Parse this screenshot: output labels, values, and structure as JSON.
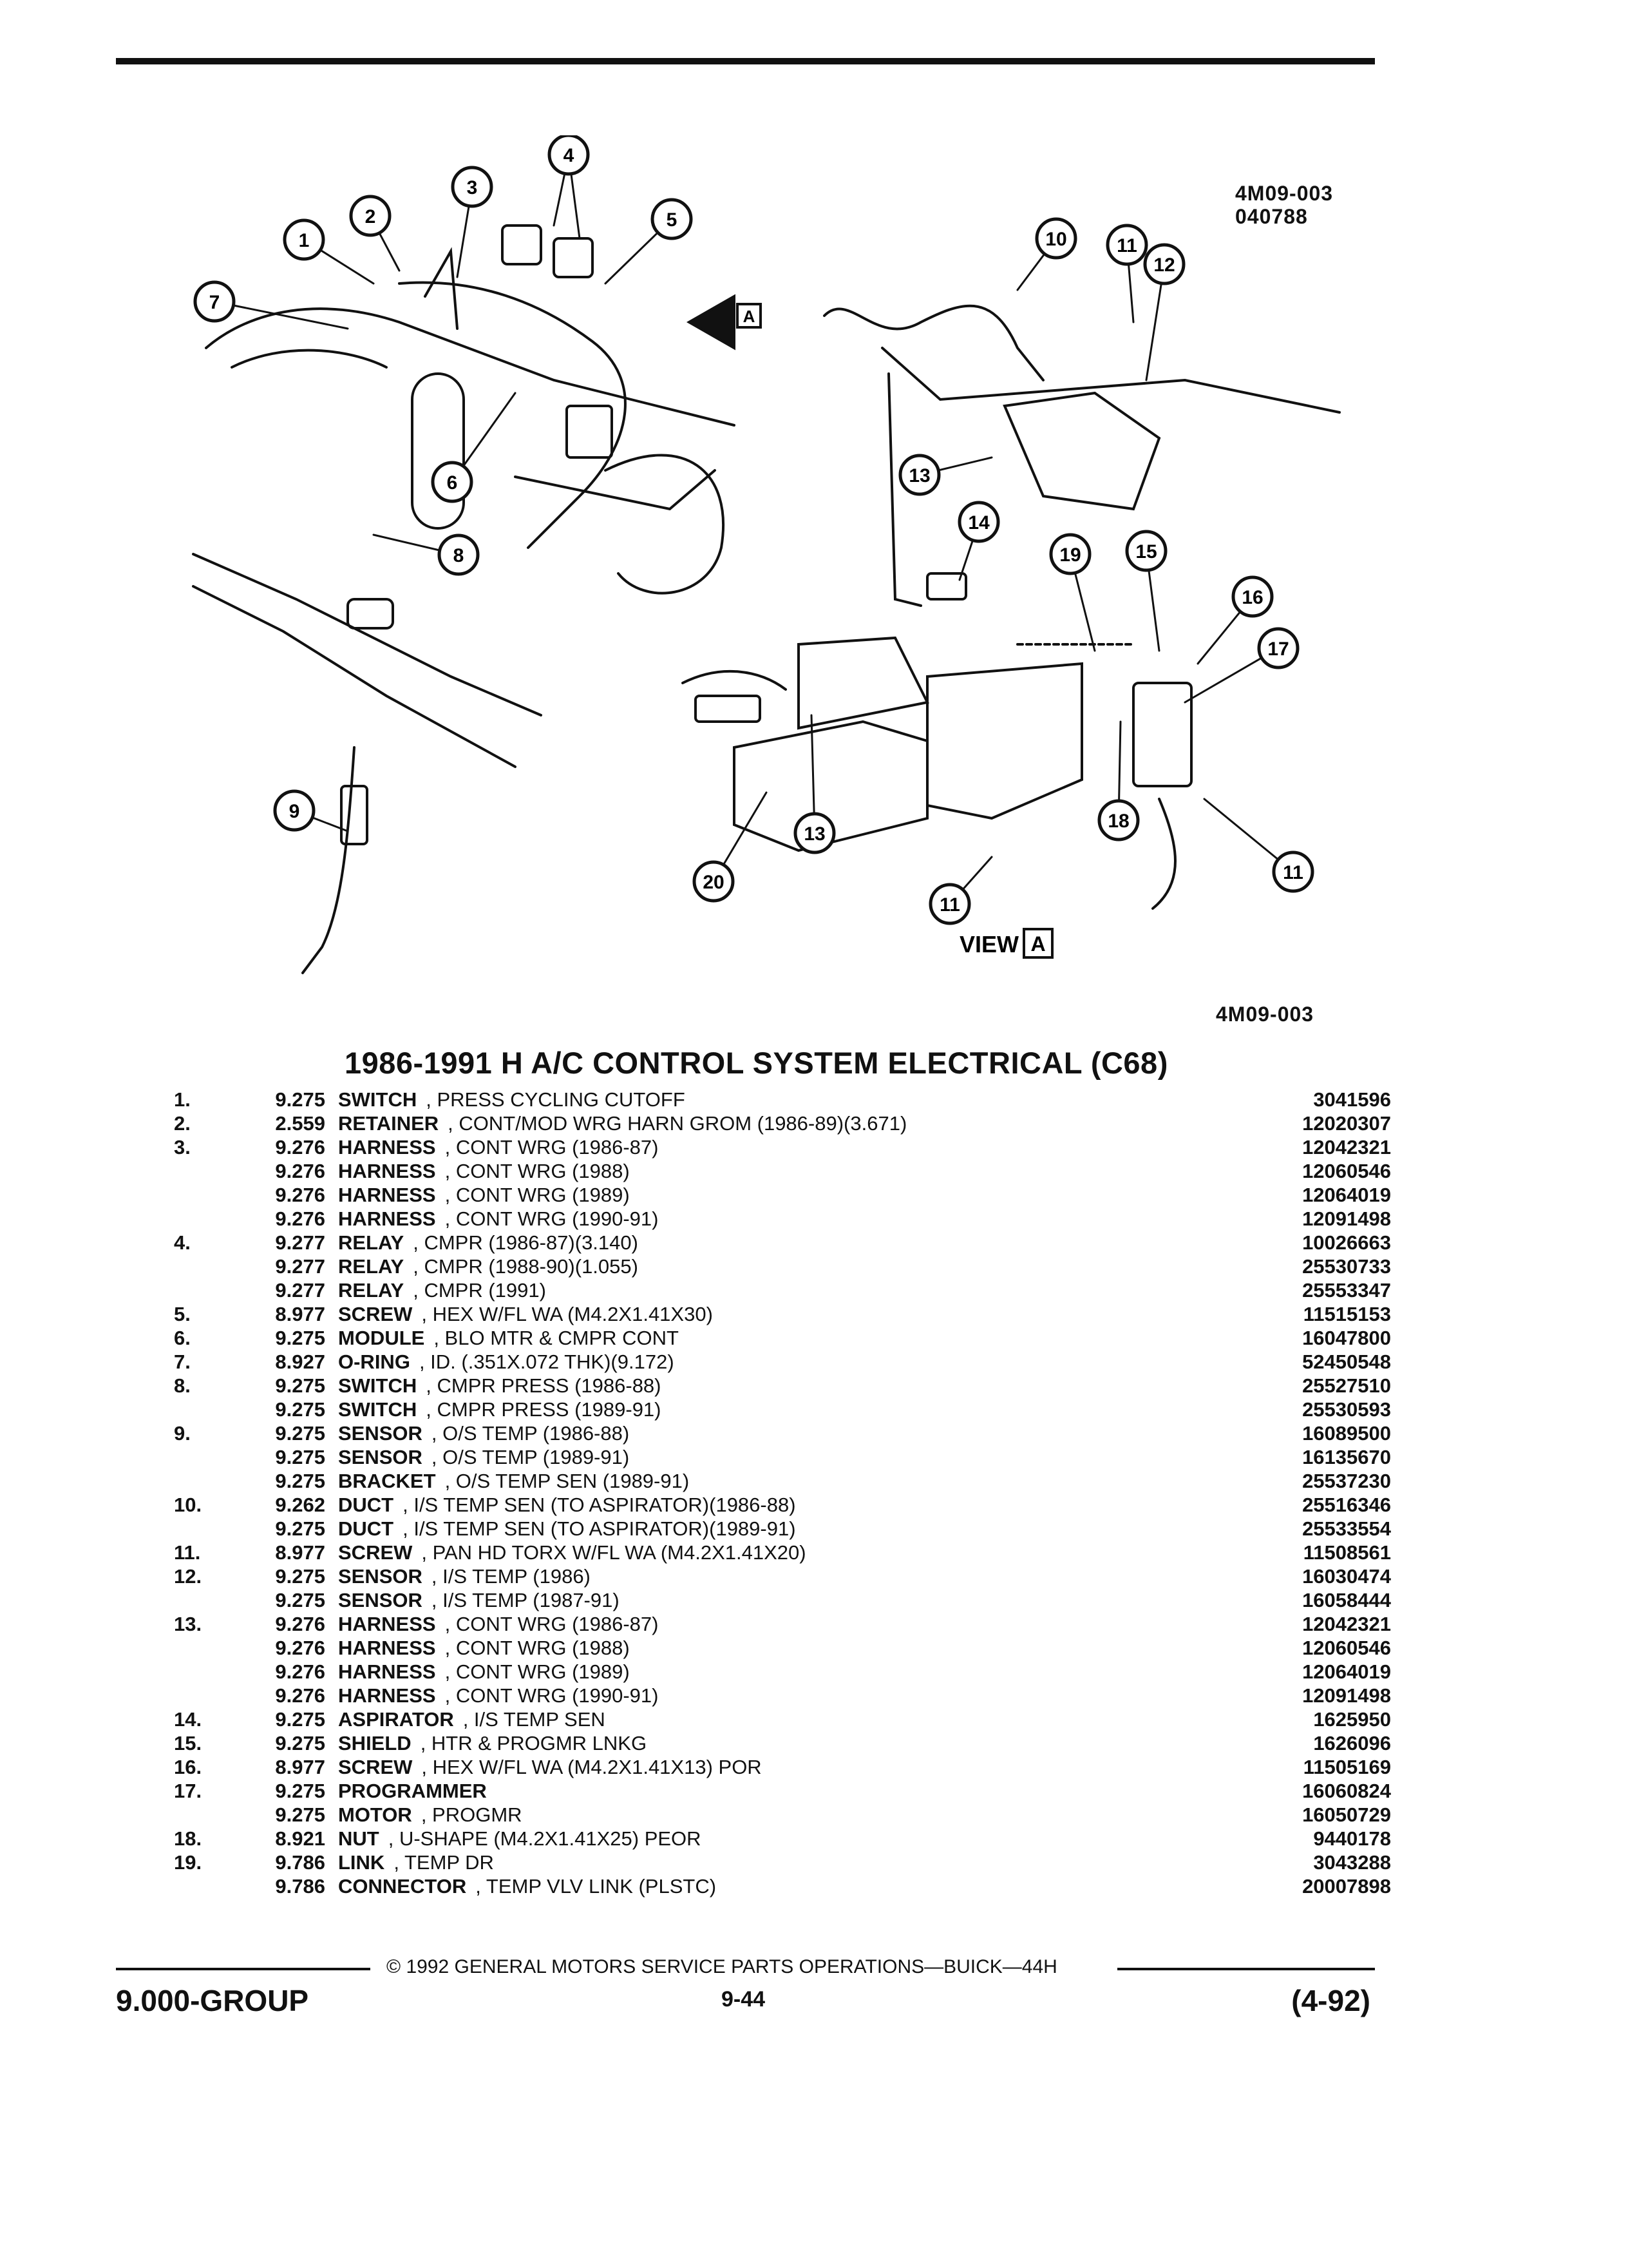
{
  "figure": {
    "id_top": "4M09-003",
    "date_code": "040788",
    "id_bottom": "4M09-003",
    "view_label": "VIEW",
    "view_letter": "A",
    "callouts": [
      "1",
      "2",
      "3",
      "4",
      "5",
      "6",
      "7",
      "8",
      "9",
      "10",
      "11",
      "12",
      "13",
      "14",
      "15",
      "16",
      "17",
      "18",
      "19",
      "20"
    ]
  },
  "title": "1986-1991 H A/C CONTROL SYSTEM ELECTRICAL (C68)",
  "parts": [
    {
      "item": "1.",
      "code": "9.275",
      "name": "SWITCH",
      "detail": ", PRESS CYCLING CUTOFF",
      "part": "3041596"
    },
    {
      "item": "2.",
      "code": "2.559",
      "name": "RETAINER",
      "detail": ", CONT/MOD WRG HARN GROM (1986-89)(3.671)",
      "part": "12020307"
    },
    {
      "item": "3.",
      "code": "9.276",
      "name": "HARNESS",
      "detail": ", CONT WRG (1986-87)",
      "part": "12042321"
    },
    {
      "item": "",
      "code": "9.276",
      "name": "HARNESS",
      "detail": ", CONT WRG (1988)",
      "part": "12060546"
    },
    {
      "item": "",
      "code": "9.276",
      "name": "HARNESS",
      "detail": ", CONT WRG (1989)",
      "part": "12064019"
    },
    {
      "item": "",
      "code": "9.276",
      "name": "HARNESS",
      "detail": ", CONT WRG (1990-91)",
      "part": "12091498"
    },
    {
      "item": "4.",
      "code": "9.277",
      "name": "RELAY",
      "detail": ", CMPR (1986-87)(3.140)",
      "part": "10026663"
    },
    {
      "item": "",
      "code": "9.277",
      "name": "RELAY",
      "detail": ", CMPR (1988-90)(1.055)",
      "part": "25530733"
    },
    {
      "item": "",
      "code": "9.277",
      "name": "RELAY",
      "detail": ", CMPR (1991)",
      "part": "25553347"
    },
    {
      "item": "5.",
      "code": "8.977",
      "name": "SCREW",
      "detail": ", HEX W/FL WA (M4.2X1.41X30)",
      "part": "11515153"
    },
    {
      "item": "6.",
      "code": "9.275",
      "name": "MODULE",
      "detail": ", BLO MTR & CMPR CONT",
      "part": "16047800"
    },
    {
      "item": "7.",
      "code": "8.927",
      "name": "O-RING",
      "detail": ", ID. (.351X.072 THK)(9.172)",
      "part": "52450548"
    },
    {
      "item": "8.",
      "code": "9.275",
      "name": "SWITCH",
      "detail": ", CMPR PRESS (1986-88)",
      "part": "25527510"
    },
    {
      "item": "",
      "code": "9.275",
      "name": "SWITCH",
      "detail": ", CMPR PRESS (1989-91)",
      "part": "25530593"
    },
    {
      "item": "9.",
      "code": "9.275",
      "name": "SENSOR",
      "detail": ", O/S TEMP (1986-88)",
      "part": "16089500"
    },
    {
      "item": "",
      "code": "9.275",
      "name": "SENSOR",
      "detail": ", O/S TEMP (1989-91)",
      "part": "16135670"
    },
    {
      "item": "",
      "code": "9.275",
      "name": "BRACKET",
      "detail": ", O/S TEMP SEN (1989-91)",
      "part": "25537230"
    },
    {
      "item": "10.",
      "code": "9.262",
      "name": "DUCT",
      "detail": ", I/S TEMP SEN (TO ASPIRATOR)(1986-88)",
      "part": "25516346"
    },
    {
      "item": "",
      "code": "9.275",
      "name": "DUCT",
      "detail": ", I/S TEMP SEN (TO ASPIRATOR)(1989-91)",
      "part": "25533554"
    },
    {
      "item": "11.",
      "code": "8.977",
      "name": "SCREW",
      "detail": ", PAN HD TORX W/FL WA (M4.2X1.41X20)",
      "part": "11508561"
    },
    {
      "item": "12.",
      "code": "9.275",
      "name": "SENSOR",
      "detail": ", I/S TEMP (1986)",
      "part": "16030474"
    },
    {
      "item": "",
      "code": "9.275",
      "name": "SENSOR",
      "detail": ", I/S TEMP (1987-91)",
      "part": "16058444"
    },
    {
      "item": "13.",
      "code": "9.276",
      "name": "HARNESS",
      "detail": ", CONT WRG (1986-87)",
      "part": "12042321"
    },
    {
      "item": "",
      "code": "9.276",
      "name": "HARNESS",
      "detail": ", CONT WRG (1988)",
      "part": "12060546"
    },
    {
      "item": "",
      "code": "9.276",
      "name": "HARNESS",
      "detail": ", CONT WRG (1989)",
      "part": "12064019"
    },
    {
      "item": "",
      "code": "9.276",
      "name": "HARNESS",
      "detail": ", CONT WRG (1990-91)",
      "part": "12091498"
    },
    {
      "item": "14.",
      "code": "9.275",
      "name": "ASPIRATOR",
      "detail": ", I/S TEMP SEN",
      "part": "1625950"
    },
    {
      "item": "15.",
      "code": "9.275",
      "name": "SHIELD",
      "detail": ", HTR & PROGMR LNKG",
      "part": "1626096"
    },
    {
      "item": "16.",
      "code": "8.977",
      "name": "SCREW",
      "detail": ", HEX W/FL WA (M4.2X1.41X13) POR",
      "part": "11505169"
    },
    {
      "item": "17.",
      "code": "9.275",
      "name": "PROGRAMMER",
      "detail": "",
      "part": "16060824"
    },
    {
      "item": "",
      "code": "9.275",
      "name": "MOTOR",
      "detail": ", PROGMR",
      "part": "16050729"
    },
    {
      "item": "18.",
      "code": "8.921",
      "name": "NUT",
      "detail": ", U-SHAPE (M4.2X1.41X25) PEOR",
      "part": "9440178"
    },
    {
      "item": "19.",
      "code": "9.786",
      "name": "LINK",
      "detail": ", TEMP DR",
      "part": "3043288"
    },
    {
      "item": "",
      "code": "9.786",
      "name": "CONNECTOR",
      "detail": ", TEMP VLV LINK (PLSTC)",
      "part": "20007898"
    }
  ],
  "footer": {
    "copyright": "© 1992 GENERAL MOTORS SERVICE PARTS OPERATIONS—BUICK—44H",
    "group": "9.000-GROUP",
    "page": "9-44",
    "date": "(4-92)"
  }
}
